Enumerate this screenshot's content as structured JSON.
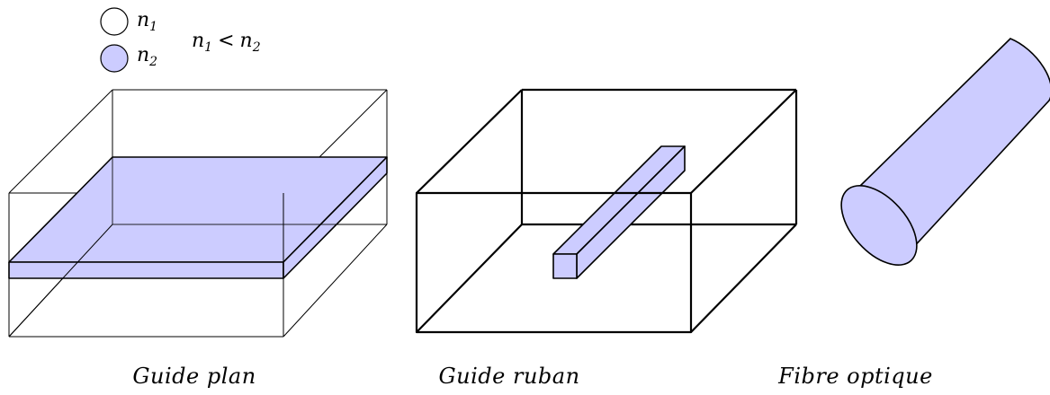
{
  "legend": {
    "item1": {
      "symbol": "n",
      "index": "1",
      "fill": "#ffffff"
    },
    "item2": {
      "symbol": "n",
      "index": "2",
      "fill": "#ccccff"
    },
    "relation": {
      "left_symbol": "n",
      "left_index": "1",
      "operator": "<",
      "right_symbol": "n",
      "right_index": "2"
    }
  },
  "captions": {
    "guide_plan": "Guide plan",
    "guide_ruban": "Guide ruban",
    "fibre_optique": "Fibre optique"
  },
  "colors": {
    "core_fill": "#ccccff",
    "cladding_stroke": "#000000"
  }
}
